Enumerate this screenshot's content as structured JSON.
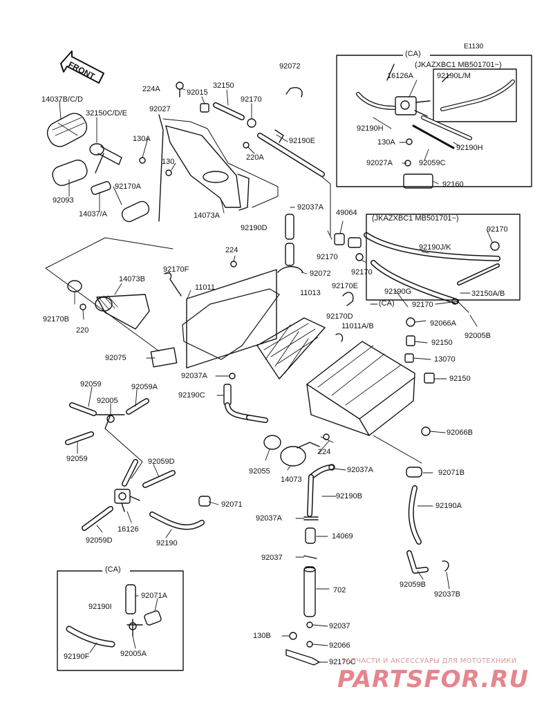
{
  "diagram_code": "E1130",
  "front_label": "FRONT",
  "watermark": {
    "caption": "ЗАПЧАСТИ И АКСЕССУАРЫ ДЛЯ МОТОТЕХНИКИ",
    "logo": "PARTSFOR.RU"
  },
  "labels": {
    "ca_top": "(CA)",
    "ca_mid": "(CA)",
    "ca_bottom": "(CA)",
    "serial_top": "(JKAZXBC1 MB501701~)",
    "serial_mid": "(JKAZXBC1 MB501701~)",
    "p16126A": "16126A",
    "p92190LM": "92190L/M",
    "p92190H_a": "92190H",
    "p92190H_b": "92190H",
    "p130A_ca": "130A",
    "p92027A": "92027A",
    "p92059C": "92059C",
    "p92160": "92160",
    "p92072_top": "92072",
    "p224A": "224A",
    "p92015": "92015",
    "p32150": "32150",
    "p92170_top": "92170",
    "p14037BCD": "14037B/C/D",
    "p32150CDE": "32150C/D/E",
    "p92027": "92027",
    "p130A": "130A",
    "p92190E": "92190E",
    "p220A": "220A",
    "p130": "130",
    "p92093": "92093",
    "p92170A": "92170A",
    "p14037A": "14037/A",
    "p14073A": "14073A",
    "p92037A_1": "92037A",
    "p49064": "49064",
    "p92190D": "92190D",
    "p92170_mid": "92170",
    "p92190JK": "92190J/K",
    "p92170_r": "92170",
    "p224_mid": "224",
    "p92072_mid": "92072",
    "p92170_c": "92170",
    "p92170F": "92170F",
    "p14073B": "14073B",
    "p11011": "11011",
    "p11013": "11013",
    "p92170E": "92170E",
    "p92190G": "92190G",
    "p32150AB": "32150A/B",
    "p92170_r2": "92170",
    "p92170B": "92170B",
    "p220": "220",
    "p92170D": "92170D",
    "p11011AB": "11011A/B",
    "p92066A": "92066A",
    "p92005B": "92005B",
    "p92150_a": "92150",
    "p92075": "92075",
    "p13070": "13070",
    "p92037A_2": "92037A",
    "p92150_b": "92150",
    "p92059_a": "92059",
    "p92059A": "92059A",
    "p92190C": "92190C",
    "p92005": "92005",
    "p92066B": "92066B",
    "p92059_b": "92059",
    "p92055": "92055",
    "p224_low": "224",
    "p92059D_a": "92059D",
    "p14073": "14073",
    "p92037A_3": "92037A",
    "p92071B": "92071B",
    "p92071": "92071",
    "p92190B": "92190B",
    "p92190A": "92190A",
    "p16126": "16126",
    "p92037A_4": "92037A",
    "p92059D_b": "92059D",
    "p92190": "92190",
    "p14069": "14069",
    "p92037": "92037",
    "p92059B": "92059B",
    "p92037B": "92037B",
    "p702": "702",
    "p92190I": "92190I",
    "p92071A": "92071A",
    "p92037_low": "92037",
    "p130B": "130B",
    "p92066": "92066",
    "p92190F": "92190F",
    "p92005A": "92005A",
    "p92170C": "92170C"
  }
}
